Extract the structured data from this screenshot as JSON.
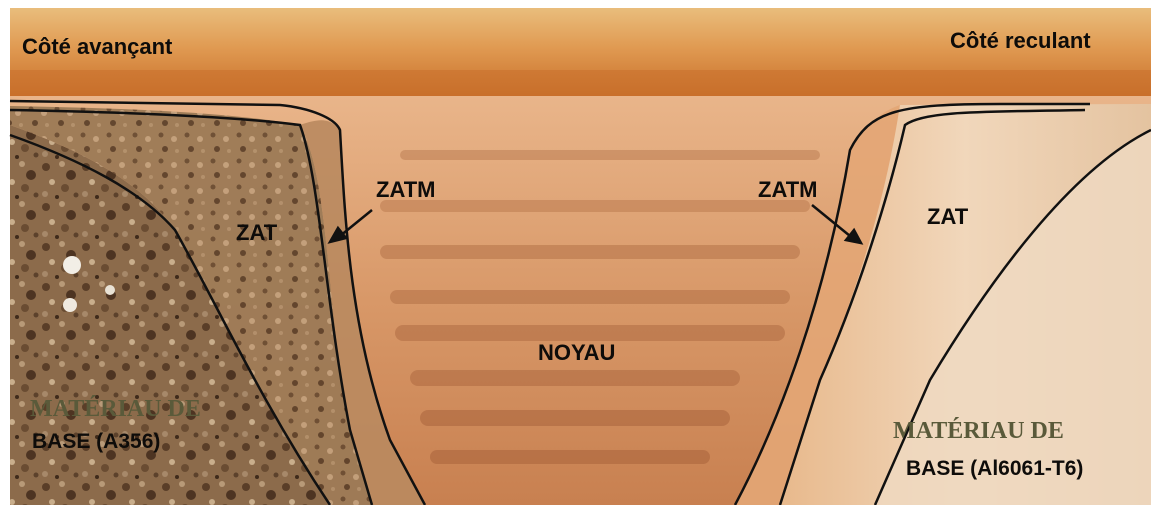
{
  "labels": {
    "advancing_side": "Côté avançant",
    "retreating_side": "Côté reculant",
    "zatm_left": "ZATM",
    "zatm_right": "ZATM",
    "zat_left": "ZAT",
    "zat_right": "ZAT",
    "nugget": "NOYAU",
    "base_left_line1": "MATÉRIAU DE",
    "base_left_line2": "BASE (A356)",
    "base_right_line1": "MATÉRIAU DE",
    "base_right_line2": "BASE (Al6061-T6)"
  },
  "colors": {
    "top_band": "#d7873e",
    "left_base": "#8a6a4a",
    "right_base": "#e6c7a7",
    "nugget": "#d39063",
    "boundary_lines": "#111111",
    "serif_label": "#5a5a3a"
  }
}
